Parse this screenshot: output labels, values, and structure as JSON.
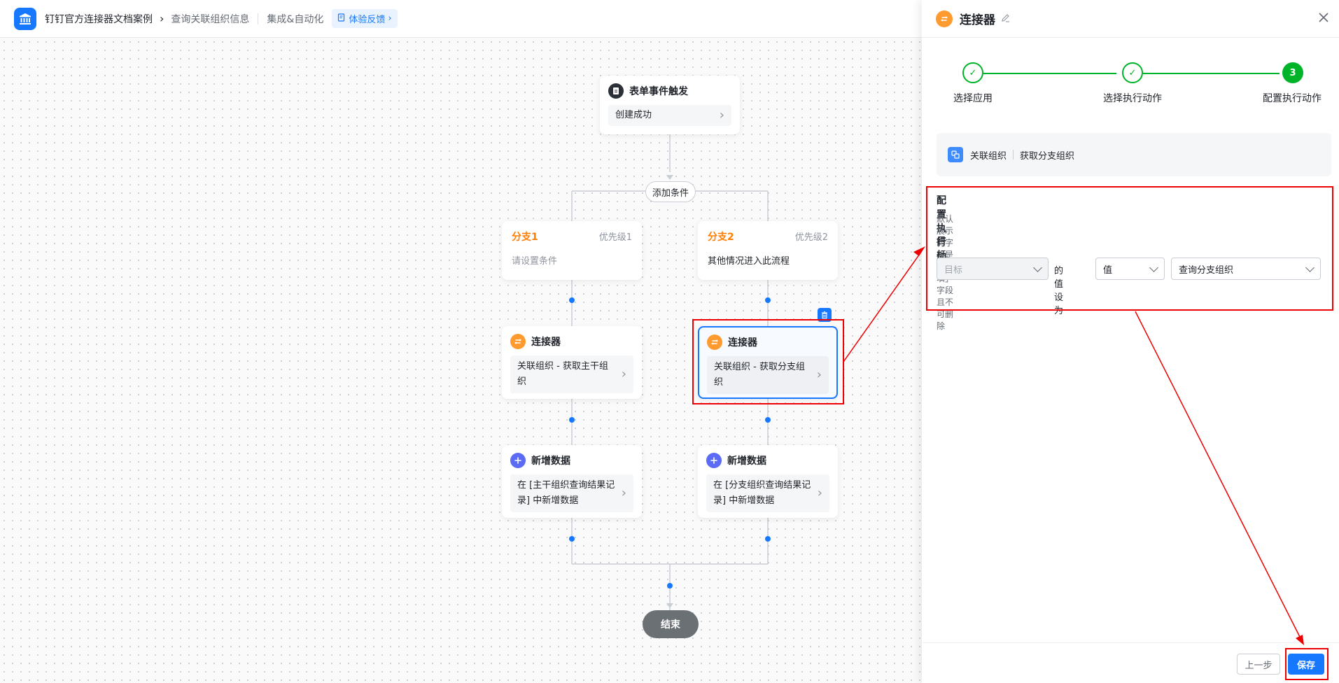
{
  "header": {
    "app_name": "钉钉官方连接器文档案例",
    "page_name": "查询关联组织信息",
    "section": "集成&自动化",
    "feedback": "体验反馈"
  },
  "flow": {
    "trigger": {
      "title": "表单事件触发",
      "event": "创建成功"
    },
    "add_condition": "添加条件",
    "branches": [
      {
        "name": "分支1",
        "priority": "优先级1",
        "condition": "请设置条件",
        "connector": {
          "title": "连接器",
          "action": "关联组织 - 获取主干组织"
        },
        "add_data": {
          "title": "新增数据",
          "desc": "在 [主干组织查询结果记录] 中新增数据"
        }
      },
      {
        "name": "分支2",
        "priority": "优先级2",
        "condition": "其他情况进入此流程",
        "connector": {
          "title": "连接器",
          "action": "关联组织 - 获取分支组织"
        },
        "add_data": {
          "title": "新增数据",
          "desc": "在 [分支组织查询结果记录] 中新增数据"
        }
      }
    ],
    "end": "结束"
  },
  "drawer": {
    "title": "连接器",
    "steps": [
      {
        "label": "选择应用",
        "mark": "✓"
      },
      {
        "label": "选择执行动作",
        "mark": "✓"
      },
      {
        "label": "配置执行动作",
        "mark": "3"
      }
    ],
    "app": "关联组织",
    "action": "获取分支组织",
    "config": {
      "title": "配置执行动作",
      "desc": "默认展示的字段是「必填」字段且不可删除",
      "target_label": "目标",
      "required_mark": "*",
      "target_placeholder": "目标",
      "assign_text": "的值设为",
      "value_type": "值",
      "value": "查询分支组织"
    },
    "prev": "上一步",
    "save": "保存"
  },
  "colors": {
    "accent": "#1677ff",
    "success": "#00b42a",
    "branch": "#ff7d00",
    "annotation": "#ee0000",
    "connector": "#ff9a2e",
    "add_data": "#5b6bf5"
  }
}
